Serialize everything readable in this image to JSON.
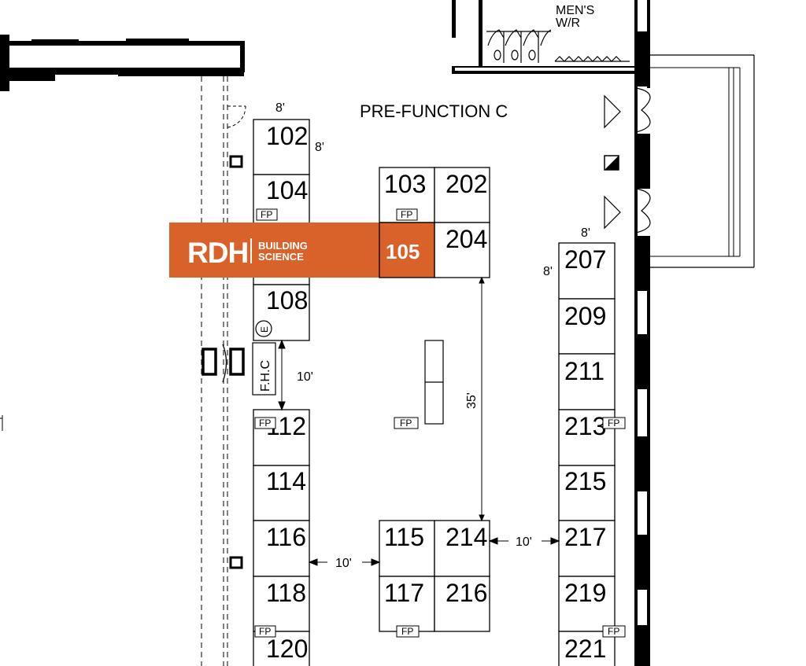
{
  "area_label": "PRE-FUNCTION C",
  "restroom_label": [
    "MEN'S",
    "W/R"
  ],
  "highlight": {
    "booth": "105",
    "sponsor_mark": "RDH",
    "sponsor_line1": "BUILDING",
    "sponsor_line2": "SCIENCE",
    "color": "#d9622b"
  },
  "booths": [
    "102",
    "104",
    "108",
    "112",
    "114",
    "116",
    "118",
    "120",
    "103",
    "202",
    "105",
    "204",
    "115",
    "214",
    "117",
    "216",
    "207",
    "209",
    "211",
    "213",
    "215",
    "217",
    "219",
    "221"
  ],
  "fp_label": "FP",
  "fhc_label": "F.H.C",
  "e_label": "E",
  "dims": {
    "booth_width": "8'",
    "booth_depth": "8'",
    "right_width": "8'",
    "right_depth": "8'",
    "aisle_left": "10'",
    "aisle_center": "10'",
    "aisle_right": "10'",
    "aisle_length": "35'"
  }
}
